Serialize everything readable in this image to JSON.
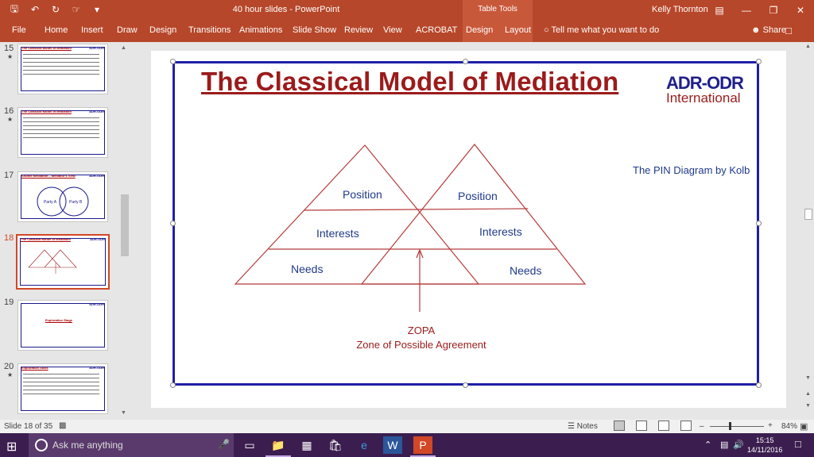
{
  "window": {
    "title": "40 hour slides - PowerPoint",
    "context_tab": "Table Tools",
    "user": "Kelly Thornton"
  },
  "ribbon": {
    "tabs": [
      "File",
      "Home",
      "Insert",
      "Draw",
      "Design",
      "Transitions",
      "Animations",
      "Slide Show",
      "Review",
      "View",
      "ACROBAT",
      "Design",
      "Layout"
    ],
    "tell_me": "Tell me what you want to do",
    "share": "Share"
  },
  "thumbnails": [
    {
      "num": "15",
      "title": "The Classical Model of Mediation"
    },
    {
      "num": "16",
      "title": "The Classical Model of Mediation"
    },
    {
      "num": "17",
      "title": "Shuttle Mediation – Mediator's View",
      "a": "Party A",
      "b": "Party B"
    },
    {
      "num": "18",
      "title": "The Classical Model of Mediation"
    },
    {
      "num": "19",
      "title": "Exploration Stage"
    },
    {
      "num": "20",
      "title": "Exploration Skills"
    }
  ],
  "slide": {
    "title": "The Classical Model of Mediation",
    "logo_line1": "ADR-ODR",
    "logo_line2": "International",
    "pin_label": "The PIN Diagram by Kolb",
    "left_triangle": {
      "position": "Position",
      "interests": "Interests",
      "needs": "Needs"
    },
    "right_triangle": {
      "position": "Position",
      "interests": "Interests",
      "needs": "Needs"
    },
    "zopa": "ZOPA",
    "zopa_full": "Zone of Possible Agreement"
  },
  "status": {
    "slide_info": "Slide 18 of 35",
    "notes": "Notes",
    "zoom": "84%"
  },
  "taskbar": {
    "search_placeholder": "Ask me anything",
    "time": "15:15",
    "date": "14/11/2016"
  },
  "colors": {
    "accent": "#b7472a",
    "title_red": "#9b1b1b",
    "frame_blue": "#1f1fa8",
    "label_blue": "#1f3a8a"
  }
}
